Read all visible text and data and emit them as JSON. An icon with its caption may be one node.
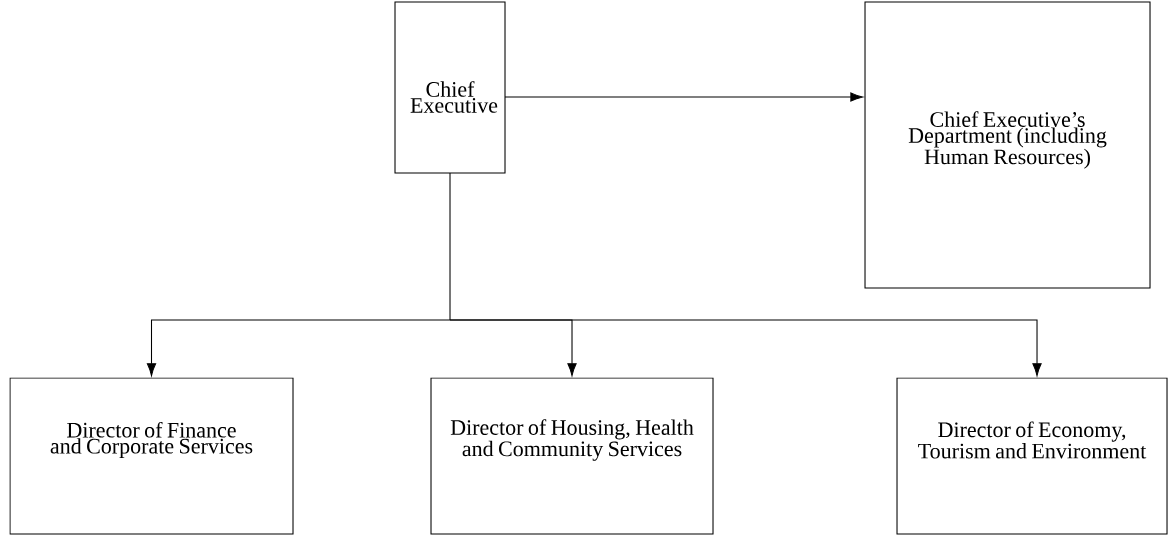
{
  "diagram": {
    "nodes": [
      {
        "text": [
          "Chief Executive"
        ]
      },
      {
        "text": [
          "Chief Executive’s Department (including Human Resources)"
        ]
      },
      {
        "text": [
          "Director of Finance and Corporate Services"
        ]
      },
      {
        "text": [
          "Director of Housing, Health and Community Services"
        ]
      },
      {
        "text": [
          "Director of Economy, Tourism and Environment"
        ]
      }
    ],
    "edges": [
      {
        "from": 0,
        "to": 1,
        "arrow": "to"
      },
      {
        "from": 0,
        "to": 2,
        "arrow": "to"
      },
      {
        "from": 0,
        "to": 3,
        "arrow": "to"
      },
      {
        "from": 0,
        "to": 4,
        "arrow": "to"
      }
    ]
  }
}
